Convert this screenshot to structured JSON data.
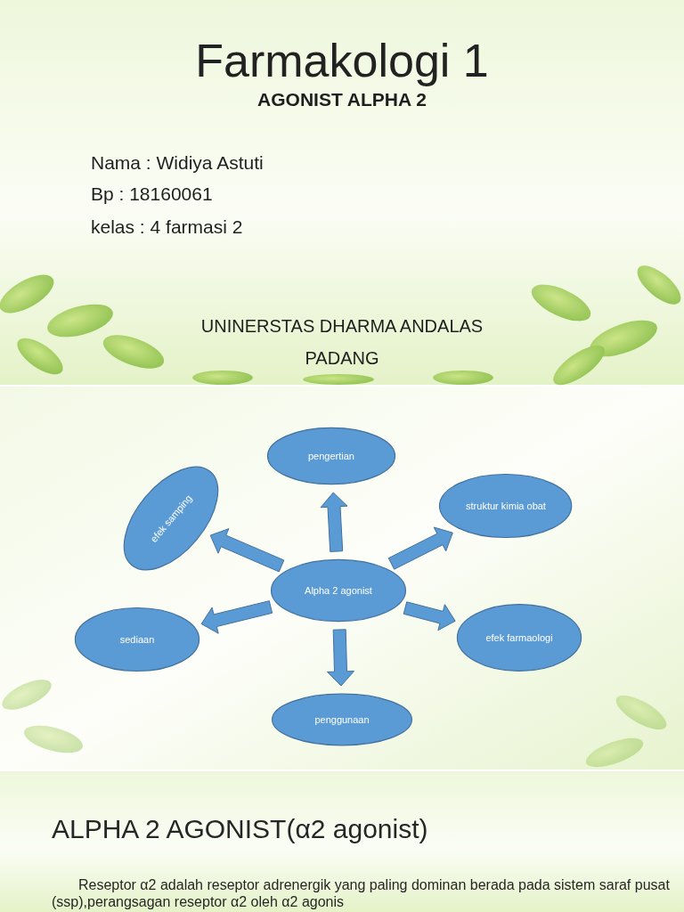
{
  "diagram": {
    "title": "Farmakologi 1",
    "nodes": [
      {
        "text": [
          "Alpha 2 agonist"
        ]
      },
      {
        "text": [
          "pengertian"
        ]
      },
      {
        "text": [
          "struktur kimia obat"
        ]
      },
      {
        "text": [
          "efek farmaologi"
        ]
      },
      {
        "text": [
          "penggunaan"
        ]
      },
      {
        "text": [
          "sediaan"
        ]
      },
      {
        "text": [
          "efek samping"
        ]
      }
    ],
    "edges": [
      {
        "from": 0,
        "to": 1,
        "arrow": "to"
      },
      {
        "from": 0,
        "to": 2,
        "arrow": "to"
      },
      {
        "from": 0,
        "to": 3,
        "arrow": "to"
      },
      {
        "from": 0,
        "to": 4,
        "arrow": "to"
      },
      {
        "from": 0,
        "to": 5,
        "arrow": "to"
      },
      {
        "from": 0,
        "to": 6,
        "arrow": "to"
      }
    ],
    "labels": [
      "AGONIST ALPHA 2",
      "Nama : Widiya Astuti",
      "Bp : 18160061",
      "kelas : 4 farmasi 2",
      "UNINERSTAS DHARMA ANDALAS PADANG",
      "ALPHA 2 AGONIST(α2 agonist)",
      "Reseptor α2 adalah reseptor adrenergik yang paling dominan berada pada sistem saraf pusat (ssp),perangsagan reseptor α2 oleh α2 agonis"
    ]
  }
}
